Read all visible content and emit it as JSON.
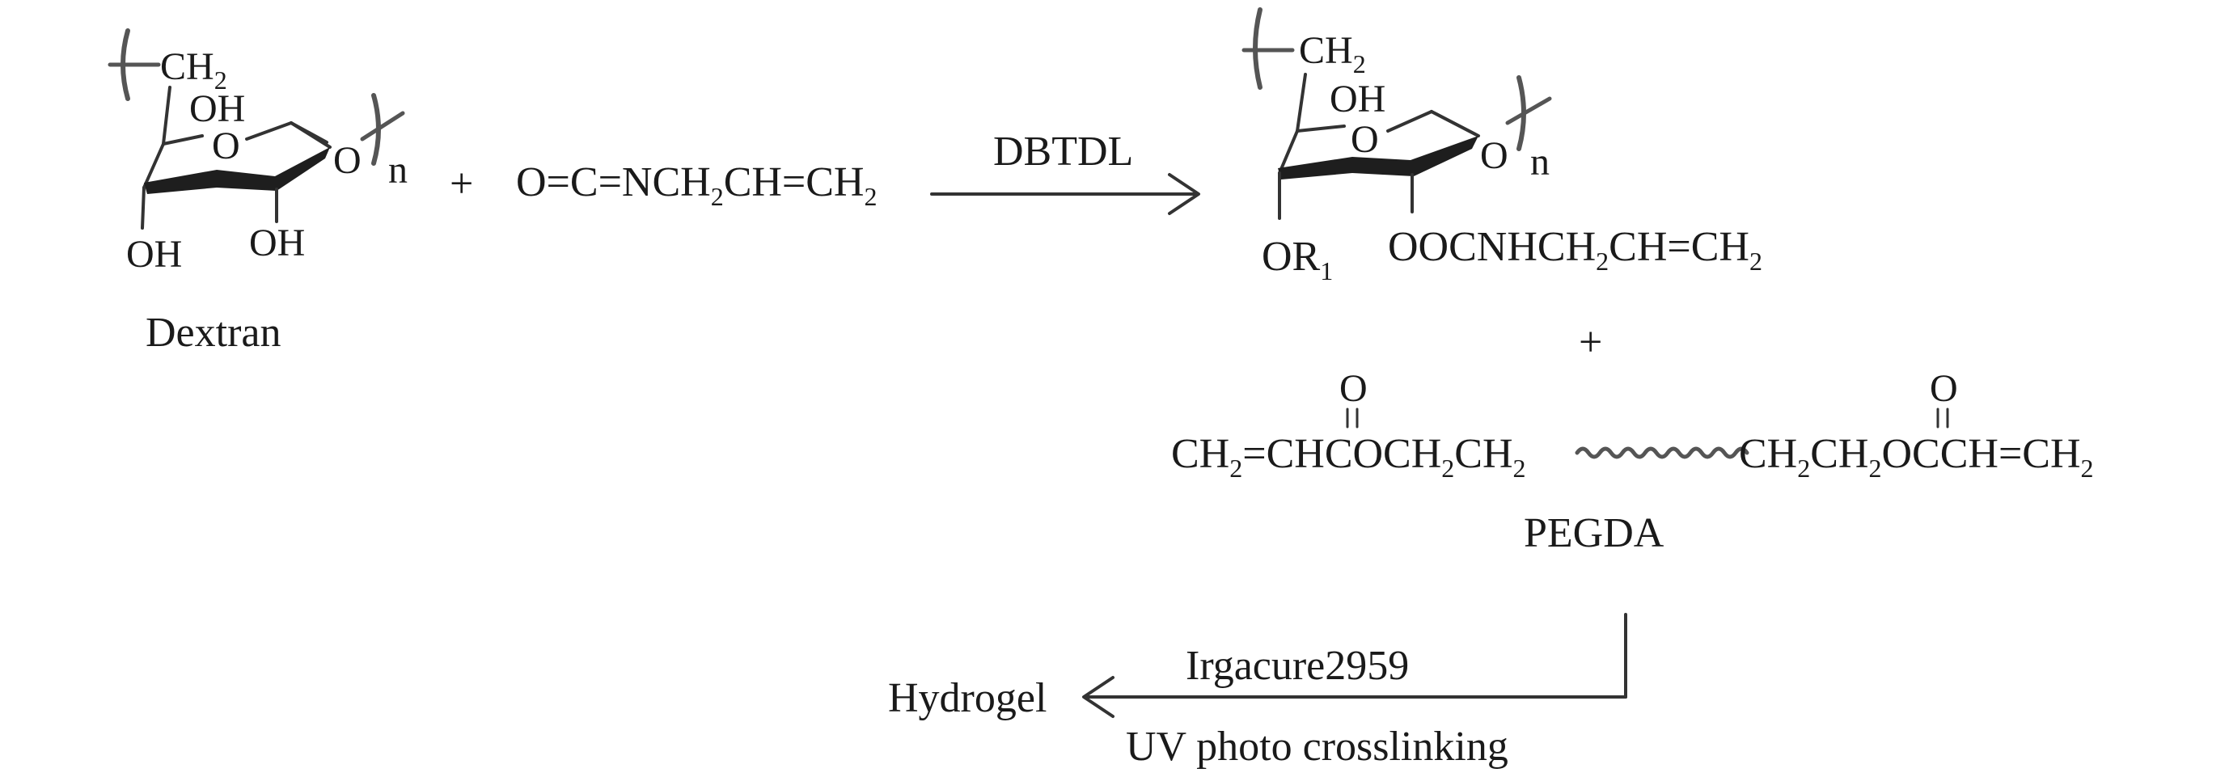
{
  "dextran": {
    "ch2": "CH",
    "ch2_sub": "2",
    "oh_top": "OH",
    "ring_o": "O",
    "link_o": "O",
    "repeat_n": "n",
    "oh_left": "OH",
    "oh_right": "OH",
    "name": "Dextran"
  },
  "plus_1": "+",
  "isocyanate": {
    "part1": "O=C=NCH",
    "part1_sub": "2",
    "part2": "CH=CH",
    "part2_sub": "2"
  },
  "reaction_1": {
    "catalyst": "DBTDL"
  },
  "product": {
    "ch2": "CH",
    "ch2_sub": "2",
    "oh_top": "OH",
    "ring_o": "O",
    "link_o": "O",
    "repeat_n": "n",
    "or_main": "OR",
    "or_sub": "1",
    "urethane_1": "OOCNHCH",
    "urethane_1_sub": "2",
    "urethane_2": "CH=CH",
    "urethane_2_sub": "2"
  },
  "plus_2": "+",
  "pegda": {
    "left_o": "O",
    "left_a": "CH",
    "left_a_sub": "2",
    "left_b": "=CHCOCH",
    "left_b_sub": "2",
    "left_c": "CH",
    "left_c_sub": "2",
    "right_o": "O",
    "right_a": "CH",
    "right_a_sub": "2",
    "right_b": "CH",
    "right_b_sub": "2",
    "right_c": "OCCH=CH",
    "right_c_sub": "2",
    "name": "PEGDA"
  },
  "reaction_2": {
    "initiator": "Irgacure2959",
    "condition": "UV photo crosslinking",
    "product": "Hydrogel"
  }
}
